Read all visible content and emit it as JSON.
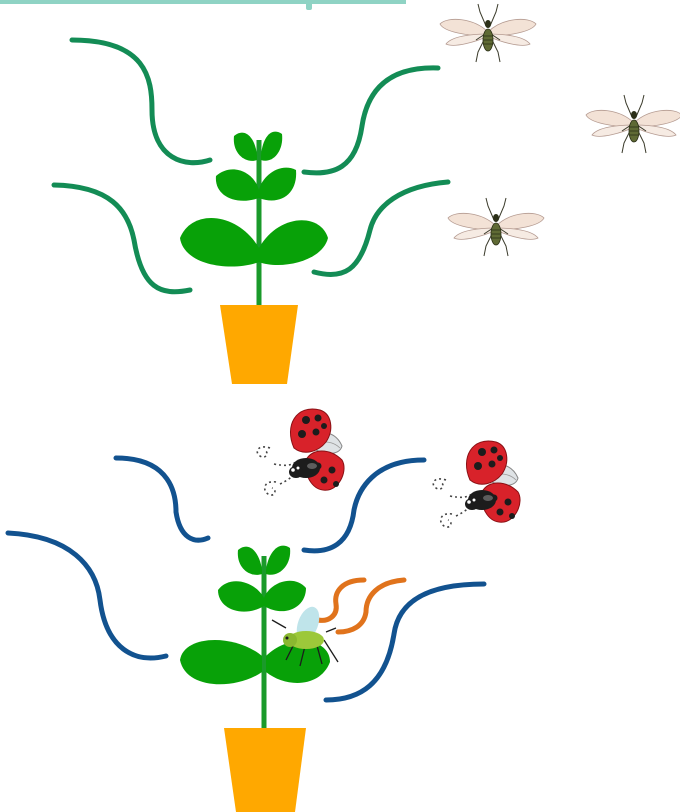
{
  "colors": {
    "background": "#ffffff",
    "header_bar": "#8fd3c4",
    "stem": "#1a9a2a",
    "leaf": "#08a108",
    "pot": "#ffa800",
    "volatile_top": "#138c55",
    "volatile_bottom": "#12528f",
    "volatile_signal": "#e0731c",
    "ladybug_red": "#d8222a",
    "ladybug_black": "#1c1c1c",
    "aphid_body": "#9cc83a",
    "aphid_wing": "#bfe4ea",
    "winged_aphid_wing": "#f2ddd0",
    "winged_aphid_body": "#4a5a2a"
  },
  "scenes": [
    {
      "id": "uninfested-plant",
      "insects": [
        "winged-aphid",
        "winged-aphid",
        "winged-aphid"
      ]
    },
    {
      "id": "aphid-infested-plant",
      "insects": [
        "ladybug",
        "ladybug",
        "aphid"
      ]
    }
  ],
  "icons": [
    "winged-aphid-icon",
    "ladybug-icon",
    "aphid-icon",
    "flower-pot-icon",
    "plant-icon"
  ]
}
